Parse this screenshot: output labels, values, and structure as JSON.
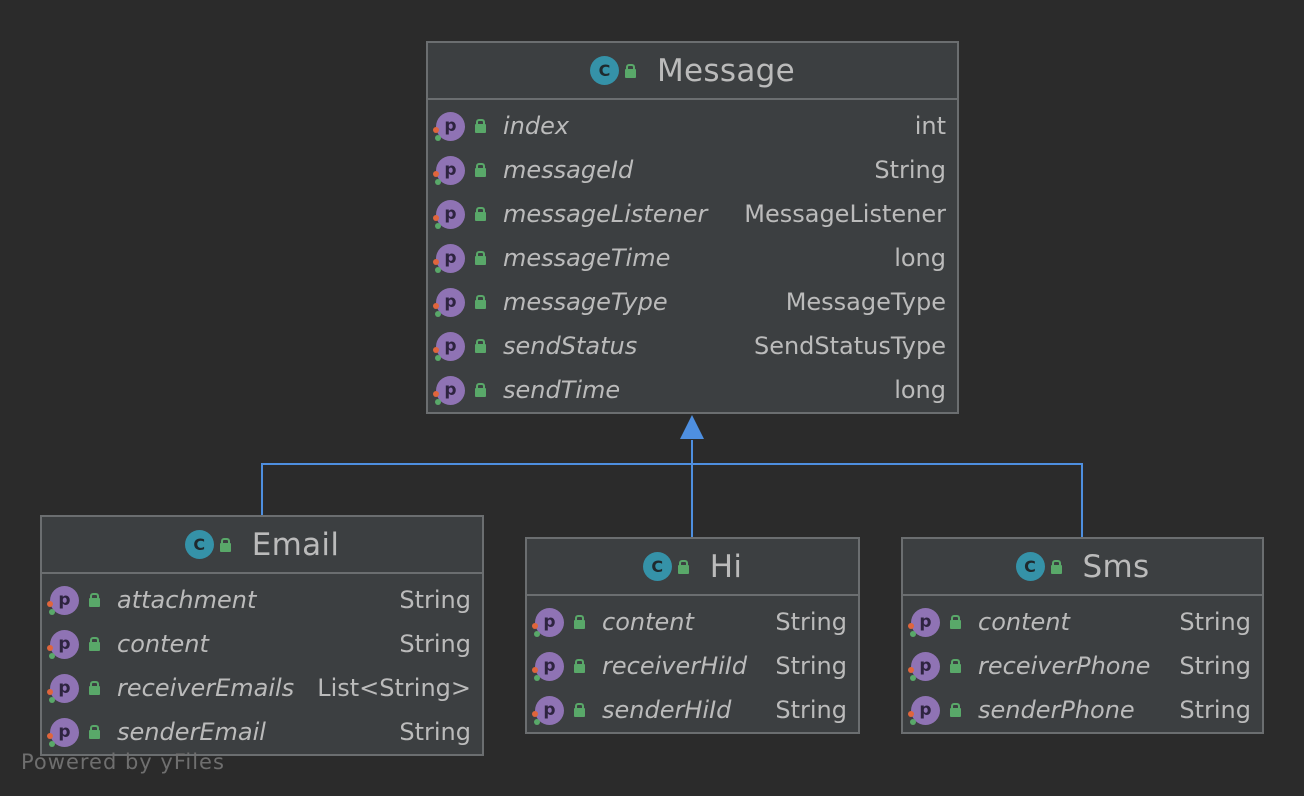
{
  "diagram": {
    "classes": {
      "message": {
        "name": "Message",
        "class_icon": "C",
        "fields": [
          {
            "name": "index",
            "type": "int"
          },
          {
            "name": "messageId",
            "type": "String"
          },
          {
            "name": "messageListener",
            "type": "MessageListener"
          },
          {
            "name": "messageTime",
            "type": "long"
          },
          {
            "name": "messageType",
            "type": "MessageType"
          },
          {
            "name": "sendStatus",
            "type": "SendStatusType"
          },
          {
            "name": "sendTime",
            "type": "long"
          }
        ]
      },
      "email": {
        "name": "Email",
        "class_icon": "C",
        "fields": [
          {
            "name": "attachment",
            "type": "String"
          },
          {
            "name": "content",
            "type": "String"
          },
          {
            "name": "receiverEmails",
            "type": "List<String>"
          },
          {
            "name": "senderEmail",
            "type": "String"
          }
        ]
      },
      "hi": {
        "name": "Hi",
        "class_icon": "C",
        "fields": [
          {
            "name": "content",
            "type": "String"
          },
          {
            "name": "receiverHiId",
            "type": "String"
          },
          {
            "name": "senderHiId",
            "type": "String"
          }
        ]
      },
      "sms": {
        "name": "Sms",
        "class_icon": "C",
        "fields": [
          {
            "name": "content",
            "type": "String"
          },
          {
            "name": "receiverPhone",
            "type": "String"
          },
          {
            "name": "senderPhone",
            "type": "String"
          }
        ]
      }
    },
    "field_icon": "p",
    "inheritance": [
      {
        "from": "Email",
        "to": "Message"
      },
      {
        "from": "Hi",
        "to": "Message"
      },
      {
        "from": "Sms",
        "to": "Message"
      }
    ],
    "colors": {
      "background": "#2b2b2b",
      "box_fill": "#3c3f41",
      "box_border": "#6b6e70",
      "class_icon": "#3592a8",
      "property_icon": "#8f73b4",
      "lock": "#59a869",
      "arrow": "#4e8fe0"
    }
  },
  "footer": {
    "credit": "Powered by yFiles"
  }
}
